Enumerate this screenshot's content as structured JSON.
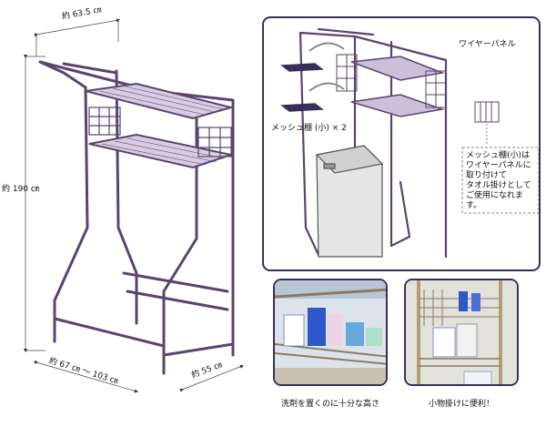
{
  "dimensions": {
    "width_top": "約 63.5 ㎝",
    "height": "約 190 ㎝",
    "width_bottom": "約 67 ㎝ ～ 103 ㎝",
    "depth": "約 55 ㎝"
  },
  "detail_panel": {
    "wire_panel_label": "ワイヤーパネル",
    "mesh_shelf_label": "メッシュ棚 (小) × 2",
    "note_lines": [
      "メッシュ棚(小)は",
      "ワイヤーパネルに",
      "取り付けて",
      "タオル掛けとして",
      "ご使用になれます。"
    ]
  },
  "photos": [
    {
      "caption": "洗剤を置くのに十分な高さ"
    },
    {
      "caption": "小物掛けに便利！"
    }
  ],
  "colors": {
    "frame": "#5a4470",
    "frame_light": "#b8a8c8",
    "panel_border": "#3a2f5a"
  }
}
